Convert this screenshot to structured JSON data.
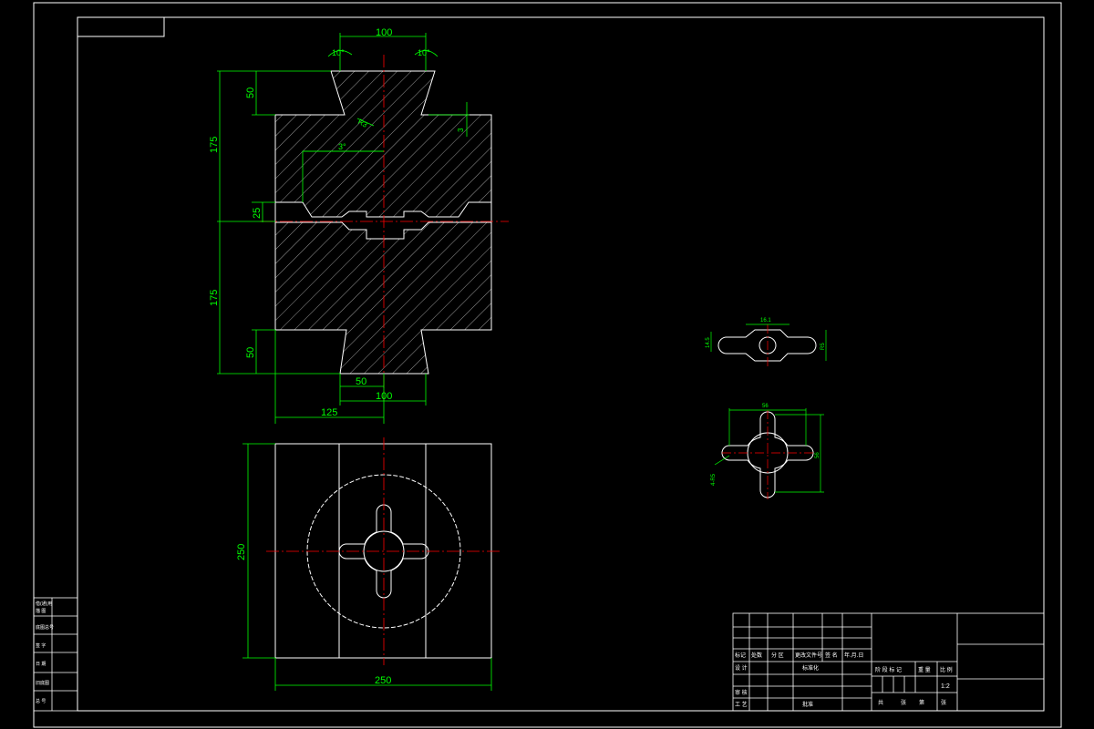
{
  "drawing": {
    "colors": {
      "background": "#000000",
      "outline": "#ffffff",
      "dimension": "#00ff00",
      "centerline": "#ff0000",
      "hatch": "#ffffff"
    },
    "section_view": {
      "dims": {
        "top_width": "100",
        "left_angle": "10°",
        "right_angle": "10°",
        "upper_height_50": "50",
        "upper_height_175": "175",
        "gap_25": "25",
        "lower_height_175": "175",
        "lower_height_50": "50",
        "bottom_width_50": "50",
        "bottom_width_100": "100",
        "half_width_125": "125",
        "fillet_r": "R3",
        "slope_3deg": "3°",
        "side_3": "3"
      }
    },
    "plan_view": {
      "dims": {
        "height": "250",
        "width": "250"
      }
    },
    "detail_views": {
      "insert_side_dims": [
        "16.1",
        "14.5",
        "R5"
      ],
      "insert_top_dims": [
        "56",
        "56",
        "4-R5"
      ]
    },
    "left_strip": {
      "rows": [
        "借(通)用",
        "描 图",
        "底图总号",
        "签 字",
        "日 期",
        "旧底图",
        "总 号"
      ]
    },
    "title_block": {
      "header_cells": [
        "标记",
        "处数",
        "分 区",
        "更改文件号",
        "签 名",
        "年.月.日"
      ],
      "role_cells": [
        "设 计",
        "审 核",
        "工 艺"
      ],
      "mid_cells": [
        "标准化",
        "批准"
      ],
      "stage_cells": [
        "阶 段 标 记",
        "重 量",
        "比 例"
      ],
      "scale_value": "1:2",
      "sheet_cells": [
        "共",
        "张",
        "第",
        "张"
      ]
    }
  }
}
